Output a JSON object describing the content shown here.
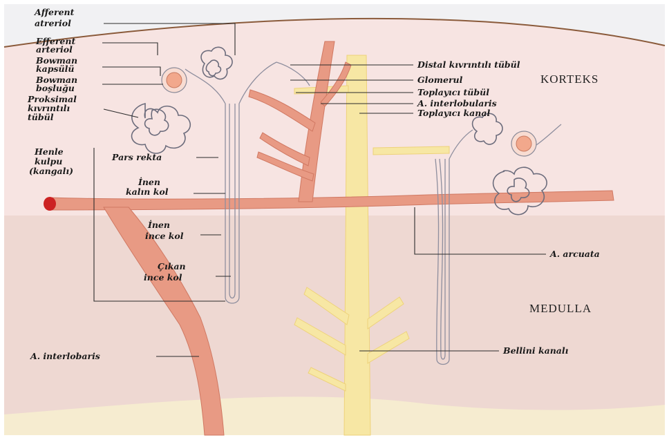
{
  "zones": {
    "cortex": "KORTEKS",
    "medulla": "MEDULLA"
  },
  "labels": {
    "afferent_arteriole": [
      "Afferent",
      "atreriol"
    ],
    "efferent_arteriole": [
      "Efferent",
      "arteriol"
    ],
    "bowman_capsule": [
      "Bowman",
      "kapsülü"
    ],
    "bowman_space": [
      "Bowman",
      "boşluğu"
    ],
    "proximal_tubule": [
      "Proksimal",
      "kıvrıntılı",
      "tübül"
    ],
    "henle_loop": [
      "Henle",
      "kulpu",
      "(kangalı)"
    ],
    "pars_recta": "Pars rekta",
    "thick_descending": [
      "İnen",
      "kalın kol"
    ],
    "thin_descending": [
      "İnen",
      "ince kol"
    ],
    "thin_ascending": [
      "Çıkan",
      "ince kol"
    ],
    "interlobar_artery": "A. interlobaris",
    "distal_tubule": "Distal kıvrıntılı tübül",
    "glomerulus": "Glomerul",
    "collecting_tubule": "Toplayıcı tübül",
    "interlobular_artery": "A. interlobularis",
    "collecting_duct": "Toplayıcı kanal",
    "arcuate_artery": "A. arcuata",
    "bellini_duct": "Bellini kanalı"
  },
  "colors": {
    "artery": "#e89a84",
    "duct": "#f7e7a4",
    "cortex": "#f7e4e2",
    "medulla": "#eed8d2",
    "capsule_surface": "#8a5a3a"
  }
}
